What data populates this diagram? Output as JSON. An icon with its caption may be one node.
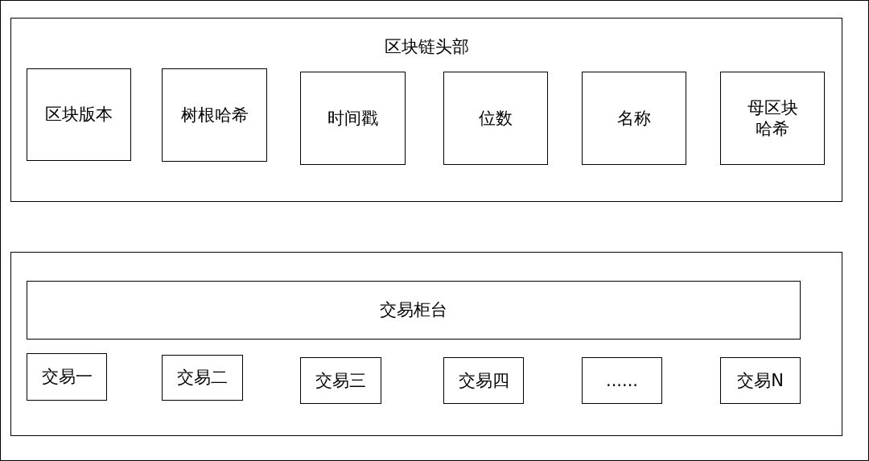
{
  "diagram": {
    "nodes": [
      {
        "text": [
          "区块链头部"
        ]
      },
      {
        "text": [
          "区块版本"
        ],
        "in": 0
      },
      {
        "text": [
          "树根哈希"
        ],
        "in": 0
      },
      {
        "text": [
          "时间戳"
        ],
        "in": 0
      },
      {
        "text": [
          "位数"
        ],
        "in": 0
      },
      {
        "text": [
          "名称"
        ],
        "in": 0
      },
      {
        "text": [
          "母区块哈希"
        ],
        "in": 0
      },
      {
        "text": [],
        "shape": "box"
      },
      {
        "text": [
          "交易柜台"
        ],
        "in": 7
      },
      {
        "text": [
          "交易一"
        ],
        "in": 7
      },
      {
        "text": [
          "交易二"
        ],
        "in": 7
      },
      {
        "text": [
          "交易三"
        ],
        "in": 7
      },
      {
        "text": [
          "交易四"
        ],
        "in": 7
      },
      {
        "text": [
          "......"
        ],
        "in": 7
      },
      {
        "text": [
          "交易N"
        ],
        "in": 7
      }
    ]
  }
}
